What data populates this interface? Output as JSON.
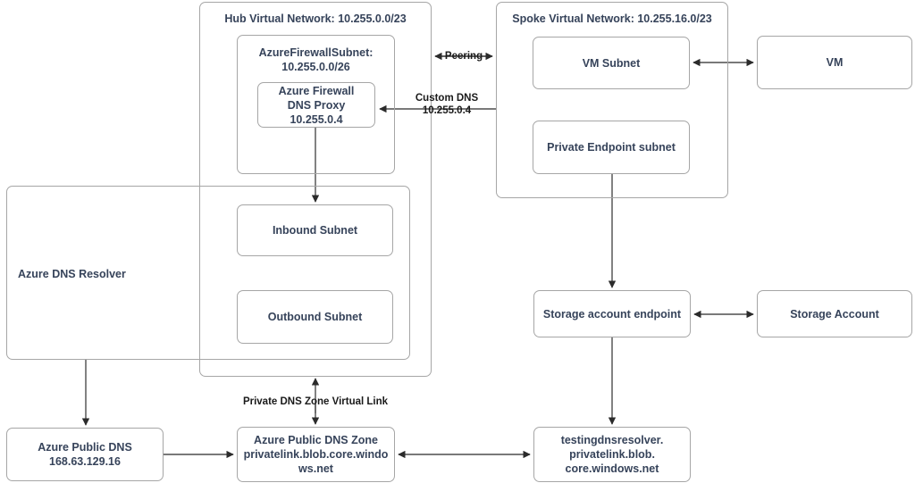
{
  "diagram": {
    "title": "Azure Hub-Spoke DNS Resolution Architecture",
    "colors": {
      "box_border": "#a6a6a6",
      "box_text": "#36435a",
      "edge": "#4d4d4d",
      "label_text": "#1a1a1a",
      "background": "#ffffff"
    }
  },
  "hub_vnet": {
    "title": "Hub Virtual Network: 10.255.0.0/23",
    "firewall_subnet": {
      "title_line1": "AzureFirewallSubnet:",
      "title_line2": "10.255.0.0/26",
      "firewall_proxy": {
        "line1": "Azure Firewall",
        "line2": "DNS Proxy",
        "line3": "10.255.0.4"
      }
    }
  },
  "spoke_vnet": {
    "title": "Spoke Virtual Network: 10.255.16.0/23",
    "vm_subnet": "VM Subnet",
    "private_endpoint_subnet": "Private Endpoint subnet"
  },
  "dns_resolver": {
    "title": "Azure DNS Resolver",
    "inbound_subnet": "Inbound Subnet",
    "outbound_subnet": "Outbound Subnet"
  },
  "nodes": {
    "vm": "VM",
    "storage_endpoint": "Storage account endpoint",
    "storage_account": "Storage Account",
    "azure_public_dns": {
      "line1": "Azure Public DNS",
      "line2": "168.63.129.16"
    },
    "azure_public_dns_zone": {
      "line1": "Azure Public DNS Zone",
      "line2": "privatelink.blob.core.windo",
      "line3": "ws.net"
    },
    "testing_dns_resolver": {
      "line1": "testingdnsresolver.",
      "line2": "privatelink.blob.",
      "line3": "core.windows.net"
    }
  },
  "edge_labels": {
    "peering": "Peering",
    "custom_dns_line1": "Custom DNS",
    "custom_dns_line2": "10.255.0.4",
    "private_dns_zone_virtual_link": "Private DNS Zone Virtual Link"
  }
}
